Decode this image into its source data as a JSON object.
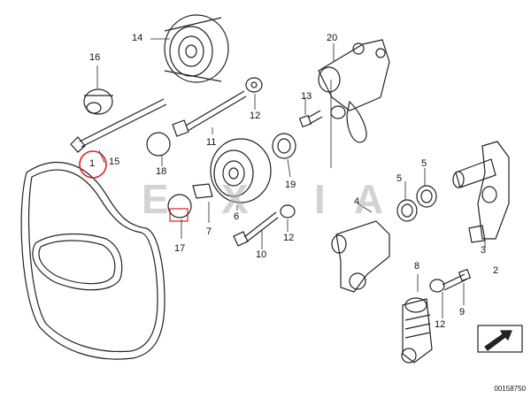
{
  "diagram": {
    "callouts": {
      "c1": "1",
      "c2": "2",
      "c3": "3",
      "c4": "4",
      "c5a": "5",
      "c5b": "5",
      "c6": "6",
      "c7": "7",
      "c8": "8",
      "c9": "9",
      "c10": "10",
      "c11": "11",
      "c12a": "12",
      "c12b": "12",
      "c12c": "12",
      "c13": "13",
      "c14": "14",
      "c15": "15",
      "c16": "16",
      "c17": "17",
      "c18": "18",
      "c19": "19",
      "c20": "20"
    },
    "catalog_number": "00158750",
    "watermark": "EXIA",
    "highlight_color": "#e02020"
  }
}
